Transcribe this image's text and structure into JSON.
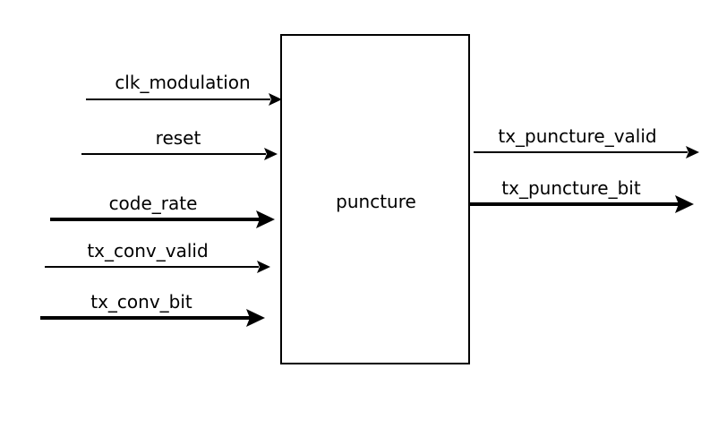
{
  "block": {
    "name": "puncture"
  },
  "inputs": [
    {
      "name": "clk_modulation",
      "bus": false
    },
    {
      "name": "reset",
      "bus": false
    },
    {
      "name": "code_rate",
      "bus": true
    },
    {
      "name": "tx_conv_valid",
      "bus": false
    },
    {
      "name": "tx_conv_bit",
      "bus": true
    }
  ],
  "outputs": [
    {
      "name": "tx_puncture_valid",
      "bus": false
    },
    {
      "name": "tx_puncture_bit",
      "bus": true
    }
  ]
}
